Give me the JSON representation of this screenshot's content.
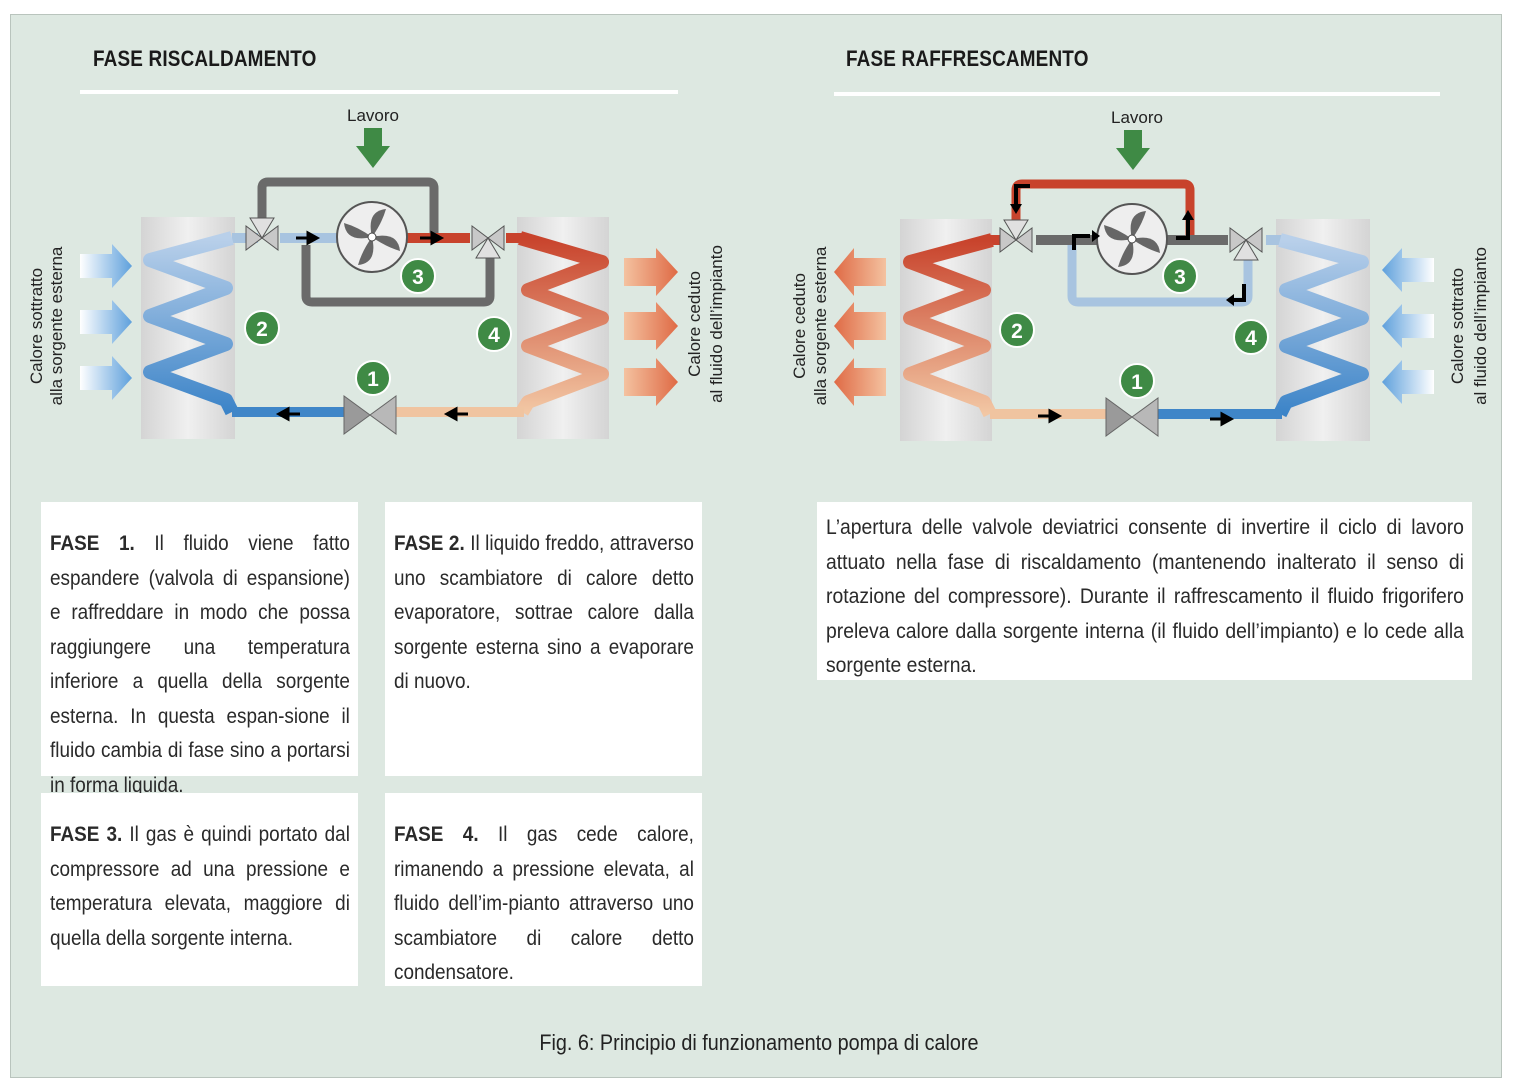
{
  "heating": {
    "title": "FASE RISCALDAMENTO",
    "work_label": "Lavoro",
    "left_label_line1": "Calore sottratto",
    "left_label_line2": "alla sorgente esterna",
    "right_label_line1": "Calore ceduto",
    "right_label_line2": "al fluido dell’impianto",
    "step_numbers": [
      "1",
      "2",
      "3",
      "4"
    ]
  },
  "cooling": {
    "title": "FASE RAFFRESCAMENTO",
    "work_label": "Lavoro",
    "left_label_line1": "Calore ceduto",
    "left_label_line2": "alla sorgente esterna",
    "right_label_line1": "Calore sottratto",
    "right_label_line2": "al fluido dell’impianto",
    "step_numbers": [
      "1",
      "2",
      "3",
      "4"
    ]
  },
  "phases": [
    {
      "head": "FASE 1.",
      "text": " Il fluido viene fatto espandere (valvola di espansione) e raffreddare in modo che possa raggiungere una temperatura inferiore a quella della sorgente esterna. In questa espan-sione il fluido cambia di fase sino a portarsi in forma liquida."
    },
    {
      "head": "FASE 2.",
      "text": " Il liquido freddo, attraverso uno scambiatore di calore detto evaporatore, sottrae calore dalla sorgente esterna sino a evaporare di nuovo."
    },
    {
      "head": "FASE 3.",
      "text": " Il gas è quindi portato dal compressore ad una pressione e temperatura elevata, maggiore di quella della sorgente interna."
    },
    {
      "head": "FASE 4.",
      "text": " Il gas cede calore, rimanendo a pressione elevata, al fluido dell’im-pianto attraverso uno scambiatore di calore detto condensatore."
    }
  ],
  "note": "L’apertura delle valvole deviatrici consente di invertire il ciclo di lavoro attuato nella fase di riscaldamento (mantenendo inalterato il senso di rotazione del compressore). Durante il raffrescamento il fluido frigorifero preleva calore dalla sorgente interna (il fluido dell’impianto) e lo cede alla sorgente esterna.",
  "caption": "Fig. 6: Principio di funzionamento pompa di calore",
  "colors": {
    "background": "#dde8e1",
    "hot_pipe": "#c8432c",
    "warm_pipe": "#f0c4a0",
    "cold_pipe": "#3f86c8",
    "cool_pipe": "#a8c4e0",
    "gas_pipe": "#6a6a6a",
    "work_arrow": "#3f8a45",
    "step_badge": "#3f8a45",
    "exchanger": "#d2d2d2"
  }
}
